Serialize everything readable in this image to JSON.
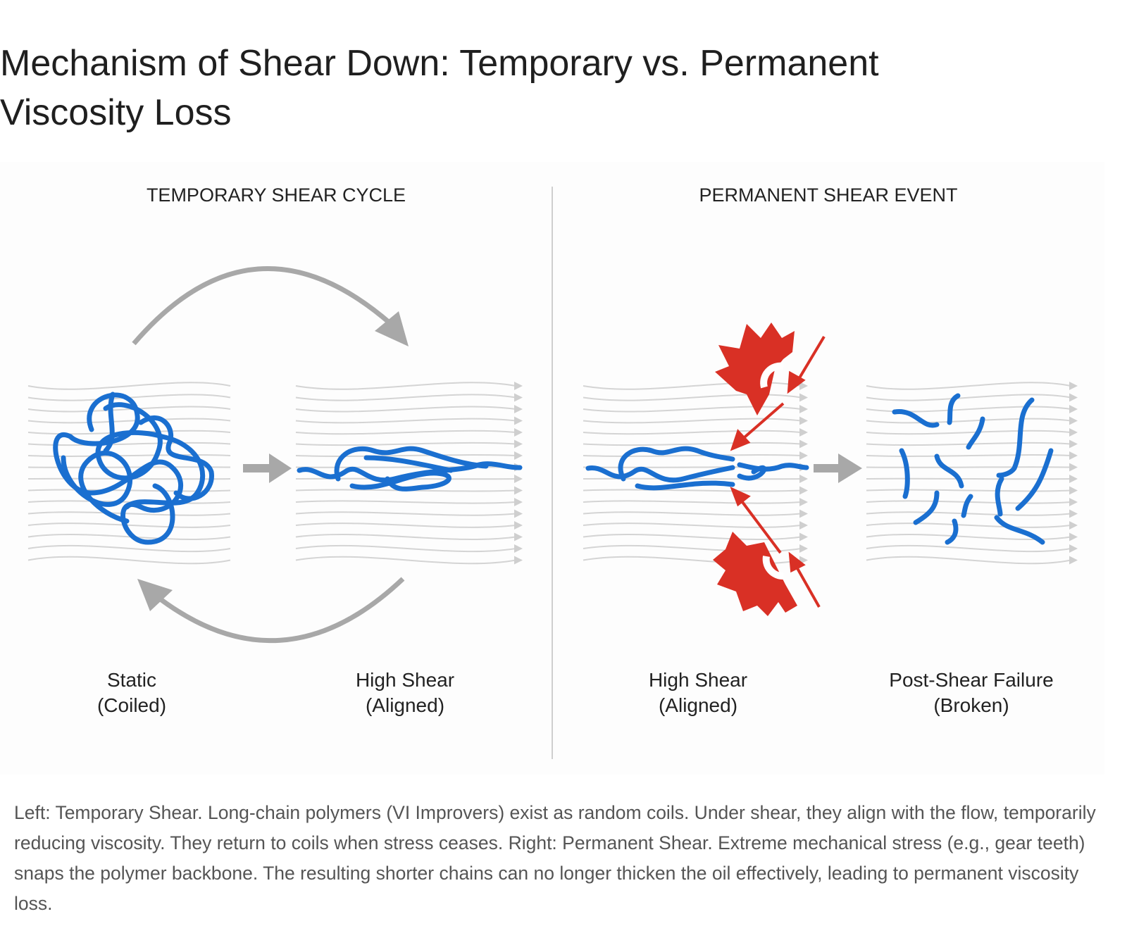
{
  "title": "Mechanism of Shear Down: Temporary vs. Permanent Viscosity Loss",
  "left_panel": {
    "heading": "TEMPORARY SHEAR CYCLE",
    "stage1": {
      "line1": "Static",
      "line2": "(Coiled)"
    },
    "stage2": {
      "line1": "High Shear",
      "line2": "(Aligned)"
    }
  },
  "right_panel": {
    "heading": "PERMANENT SHEAR EVENT",
    "stage1": {
      "line1": "High Shear",
      "line2": "(Aligned)"
    },
    "stage2": {
      "line1": "Post-Shear Failure",
      "line2": "(Broken)"
    }
  },
  "caption": "Left: Temporary Shear. Long-chain polymers (VI Improvers) exist as random coils. Under shear, they align with the flow, temporarily reducing viscosity. They return to coils when stress ceases. Right: Permanent Shear. Extreme mechanical stress (e.g., gear teeth) snaps the polymer backbone. The resulting shorter chains can no longer thicken the oil effectively, leading to permanent viscosity loss.",
  "colors": {
    "polymer": "#1a6fd0",
    "gear": "#d93025",
    "arrow": "#a8a8a8",
    "flow": "#d4d4d4"
  }
}
